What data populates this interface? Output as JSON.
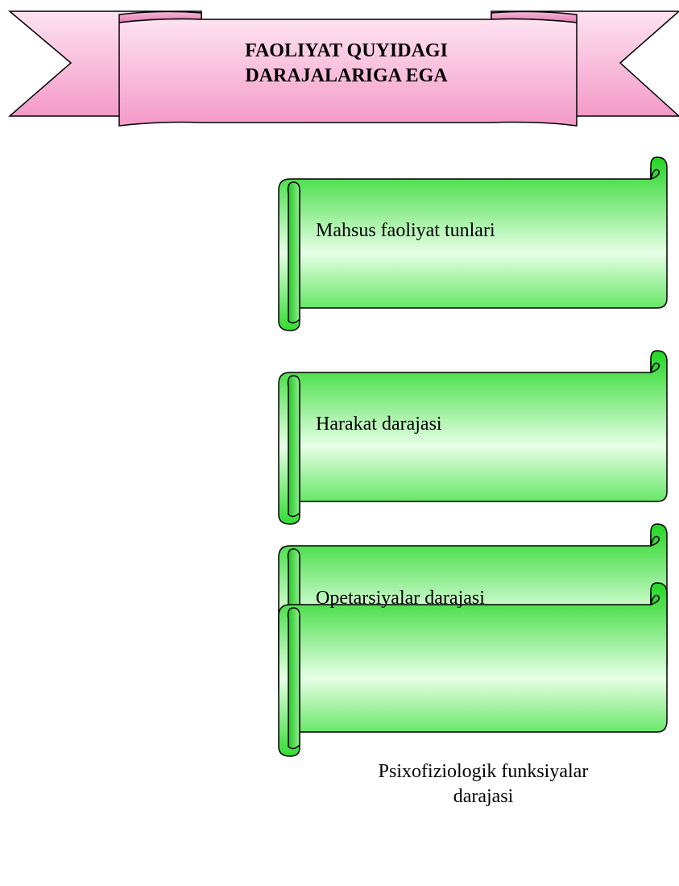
{
  "banner": {
    "line1": "FAOLIYAT QUYIDAGI",
    "line2": "DARAJALARIGA EGA",
    "colors": {
      "fill_light": "#fde3f0",
      "fill_dark": "#f49ac8",
      "stroke": "#000000"
    }
  },
  "levels": [
    {
      "text": "Mahsus faoliyat tunlari"
    },
    {
      "text": "Harakat darajasi"
    },
    {
      "text": "Opetarsiyalar darajasi"
    },
    {
      "text_line1": "Psixofiziologik funksiyalar",
      "text_line2": "darajasi"
    }
  ],
  "scroll_colors": {
    "fill_light": "#e6ffe6",
    "fill_dark": "#22cc22",
    "stroke": "#000000"
  }
}
